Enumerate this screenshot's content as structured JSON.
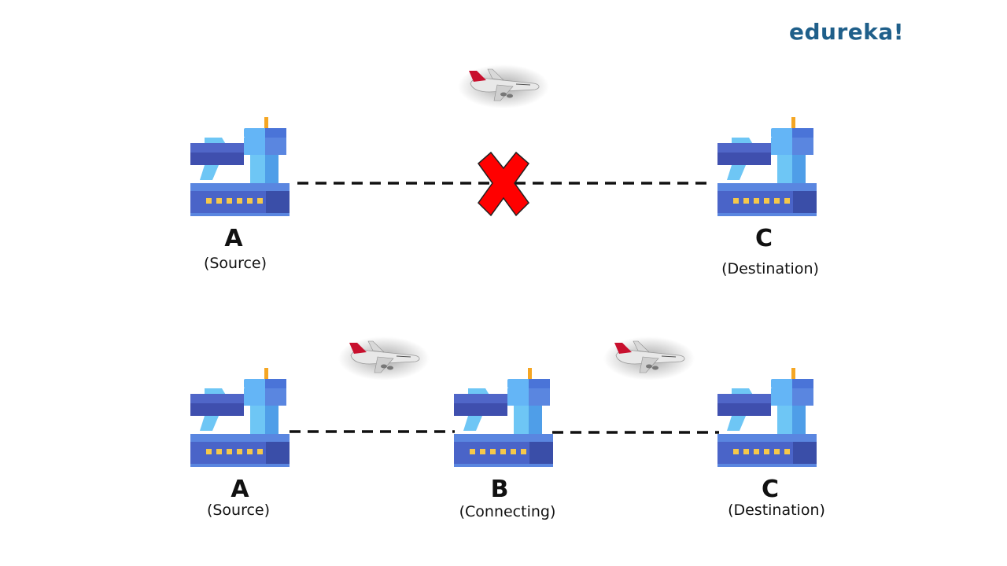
{
  "brand": {
    "logo_text": "edureka!"
  },
  "scenario_direct": {
    "status": "blocked",
    "nodes": [
      {
        "letter": "A",
        "role": "(Source)"
      },
      {
        "letter": "C",
        "role": "(Destination)"
      }
    ]
  },
  "scenario_connecting": {
    "status": "connected",
    "nodes": [
      {
        "letter": "A",
        "role": "(Source)"
      },
      {
        "letter": "B",
        "role": "(Connecting)"
      },
      {
        "letter": "C",
        "role": "(Destination)"
      }
    ]
  },
  "icons": {
    "airport": "airport-icon",
    "airplane": "airplane-icon",
    "blocked": "red-x-icon"
  },
  "colors": {
    "brand": "#1f5f8a",
    "blocked": "#ff0000",
    "airport_dark": "#3f51b5",
    "airport_light": "#64b5f6"
  }
}
